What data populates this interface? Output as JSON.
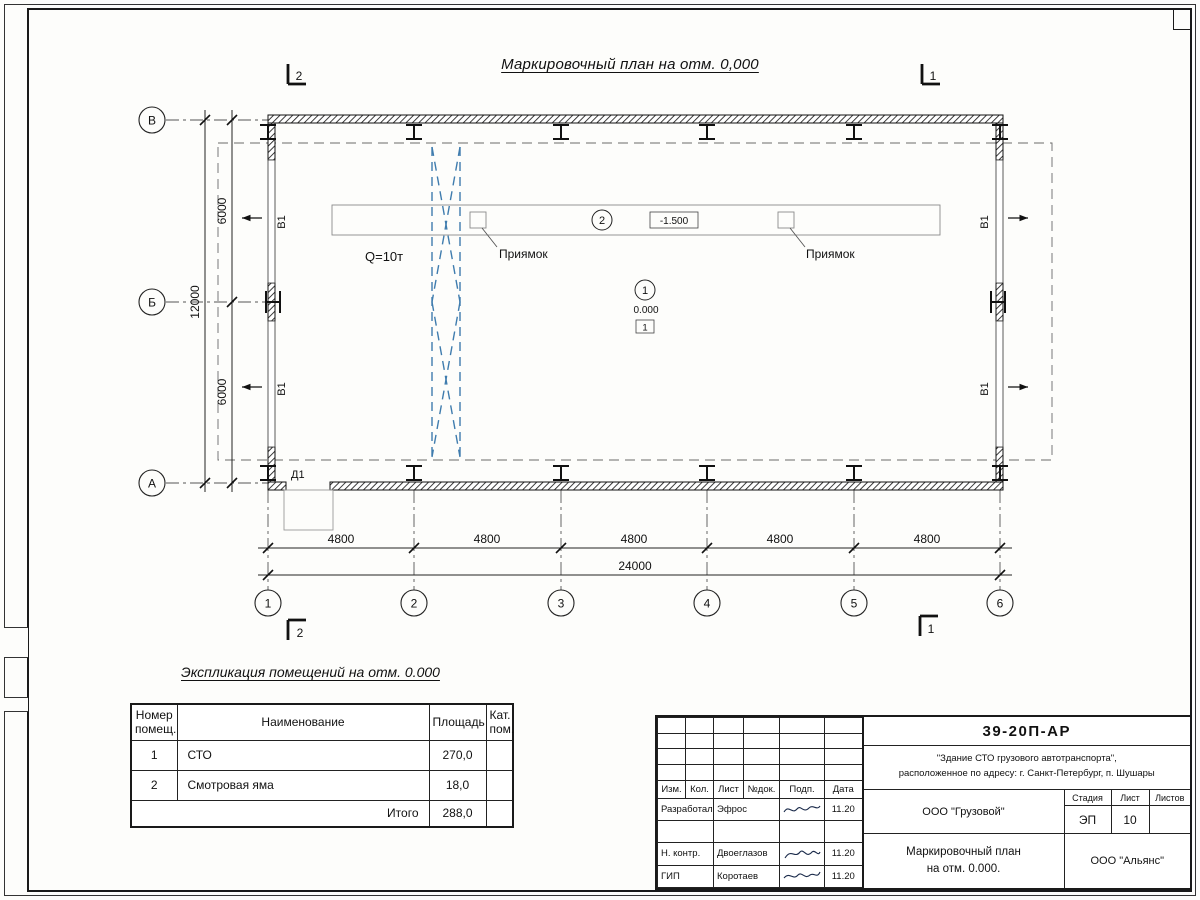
{
  "drawing": {
    "title": "Маркировочный план на отм. 0,000",
    "sections": {
      "cut_1": "1",
      "cut_2": "2"
    },
    "axes_v": [
      "В",
      "Б",
      "А"
    ],
    "axes_h": [
      "1",
      "2",
      "3",
      "4",
      "5",
      "6"
    ],
    "dims": {
      "bays": [
        "4800",
        "4800",
        "4800",
        "4800",
        "4800"
      ],
      "total": "24000",
      "left_segments": [
        "6000",
        "6000"
      ],
      "left_total": "12000"
    },
    "labels": {
      "crane_capacity": "Q=10т",
      "pit": "Приямок",
      "pit_level": "-1.500",
      "floor_level": "0.000",
      "floor_type_mark": "1",
      "room_mark_1": "1",
      "room_mark_2": "2",
      "door_mark": "Д1",
      "window_mark": "В1"
    }
  },
  "schedule": {
    "title": "Экспликация помещений на отм. 0.000",
    "headers": {
      "num": "Номер помещ.",
      "name": "Наименование",
      "area": "Площадь",
      "cat": "Кат. пом."
    },
    "rows": [
      {
        "num": "1",
        "name": "СТО",
        "area": "270,0",
        "cat": ""
      },
      {
        "num": "2",
        "name": "Смотровая яма",
        "area": "18,0",
        "cat": ""
      }
    ],
    "total_label": "Итого",
    "total_area": "288,0"
  },
  "titleblock": {
    "doc_code": "39-20П-АР",
    "object_desc_line1": "\"Здание СТО грузового автотранспорта\",",
    "object_desc_line2": "расположенное по адресу: г. Санкт-Петербург, п. Шушары",
    "cols": {
      "izm": "Изм.",
      "kol": "Кол.",
      "list": "Лист",
      "ndok": "№док.",
      "podp": "Подп.",
      "data": "Дата"
    },
    "people": [
      {
        "role": "Разработал",
        "name": "Эфрос",
        "date": "11.20"
      },
      {
        "role": "",
        "name": "",
        "date": ""
      },
      {
        "role": "Н. контр.",
        "name": "Двоеглазов",
        "date": "11.20"
      },
      {
        "role": "ГИП",
        "name": "Коротаев",
        "date": "11.20"
      }
    ],
    "org_customer": "ООО \"Грузовой\"",
    "stage_label": "Стадия",
    "list_label": "Лист",
    "listov_label": "Листов",
    "stage_value": "ЭП",
    "list_value": "10",
    "listov_value": "",
    "sheet_title_line1": "Маркировочный план",
    "sheet_title_line2": "на отм. 0.000.",
    "org_designer": "ООО \"Альянс\""
  }
}
